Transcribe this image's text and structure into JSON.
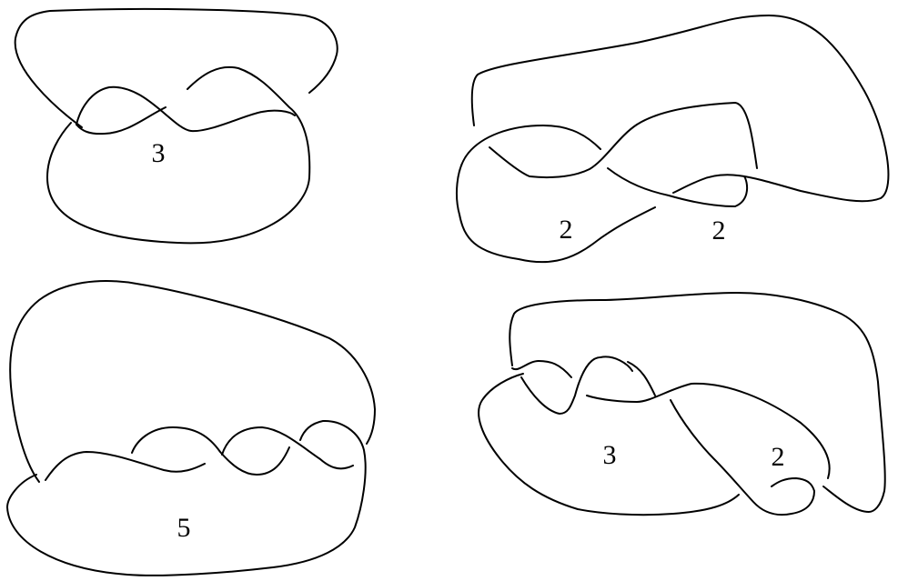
{
  "panels": [
    {
      "label": "3"
    },
    {
      "labels": [
        "2",
        "2"
      ]
    },
    {
      "label": "5"
    },
    {
      "labels": [
        "3",
        "2"
      ]
    }
  ],
  "colors": {
    "stroke": "#000000",
    "background": "#ffffff"
  }
}
